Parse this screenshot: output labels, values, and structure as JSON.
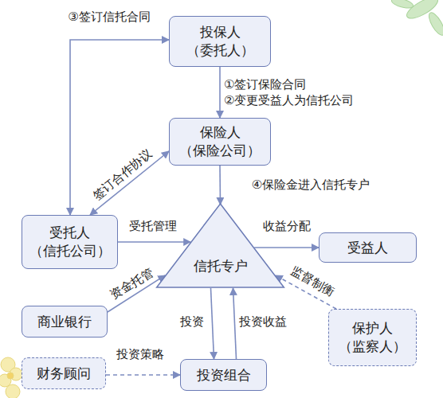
{
  "diagram": {
    "nodes": [
      {
        "text": [
          "投保人 （委托人）"
        ]
      },
      {
        "text": [
          "保险人 （保险公司）"
        ]
      },
      {
        "text": [
          "受托人 （信托公司）"
        ]
      },
      {
        "text": [
          "信托专户"
        ]
      },
      {
        "text": [
          "受益人"
        ]
      },
      {
        "text": [
          "商业银行"
        ]
      },
      {
        "text": [
          "保护人 （监察人）"
        ]
      },
      {
        "text": [
          "财务顾问"
        ]
      },
      {
        "text": [
          "投资组合"
        ]
      }
    ],
    "edges": [
      {
        "from": 0,
        "to": 1,
        "arrow": "to",
        "label": "①签订保险合同 ②变更受益人为信托公司"
      },
      {
        "from": 2,
        "to": 0,
        "arrow": "both",
        "label": "③签订信托合同"
      },
      {
        "from": 1,
        "to": 2,
        "arrow": "both",
        "label": "签订合作协议"
      },
      {
        "from": 1,
        "to": 3,
        "arrow": "to",
        "label": "④保险金进入信托专户"
      },
      {
        "from": 2,
        "to": 3,
        "arrow": "to",
        "label": "受托管理"
      },
      {
        "from": 3,
        "to": 4,
        "arrow": "to",
        "label": "收益分配"
      },
      {
        "from": 5,
        "to": 3,
        "arrow": "to",
        "label": "资金托管"
      },
      {
        "from": 6,
        "to": 3,
        "arrow": "to",
        "label": "监督制衡"
      },
      {
        "from": 3,
        "to": 8,
        "arrow": "to",
        "label": "投资"
      },
      {
        "from": 8,
        "to": 3,
        "arrow": "to",
        "label": "投资收益"
      },
      {
        "from": 7,
        "to": 8,
        "arrow": "to",
        "label": "投资策略"
      }
    ]
  }
}
